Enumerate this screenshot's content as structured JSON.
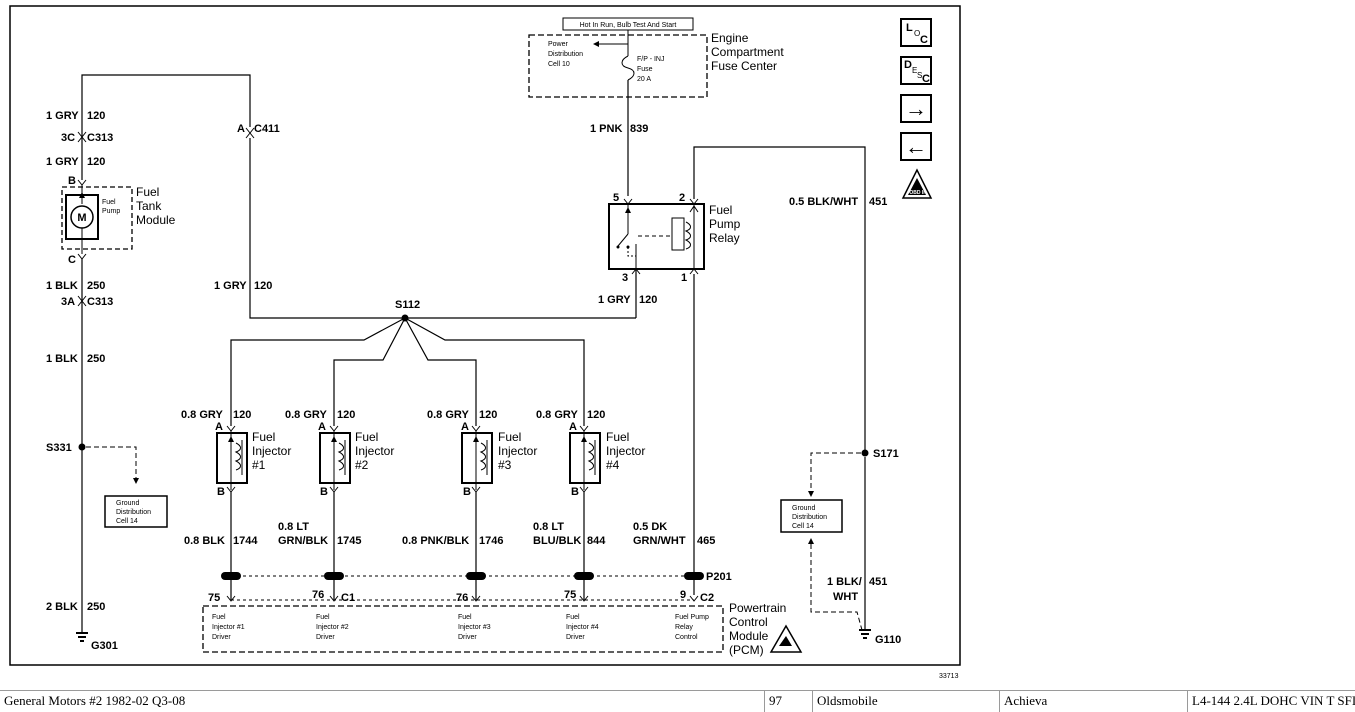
{
  "diagram": {
    "top_label": "Hot In Run, Bulb Test And Start",
    "pdc_text": [
      "Power",
      "Distribution",
      "Cell 10"
    ],
    "fuse_text": [
      "F/P - INJ",
      "Fuse",
      "20 A"
    ],
    "efc_label": [
      "Engine",
      "Compartment",
      "Fuse Center"
    ],
    "wire_1pnk": "1 PNK",
    "wire_1pnk_num": "839",
    "relay_label": [
      "Fuel",
      "Pump",
      "Relay"
    ],
    "relay_pins": {
      "p5": "5",
      "p2": "2",
      "p3": "3",
      "p1": "1"
    },
    "wire_blkwht_451": "0.5 BLK/WHT",
    "num_451": "451",
    "wire_1gry_relay": "1 GRY",
    "num_120": "120",
    "splice_s112": "S112",
    "wire_1gry_top": "1 GRY",
    "conn_c313": "C313",
    "pin_3c": "3C",
    "wire_1gry_mid": "1 GRY",
    "pin_b": "B",
    "pump_label": [
      "Fuel",
      "Pump"
    ],
    "tank_label": [
      "Fuel",
      "Tank",
      "Module"
    ],
    "motor": "M",
    "pin_c": "C",
    "wire_1blk": "1 BLK",
    "num_250": "250",
    "pin_3a": "3A",
    "wire_1blk_2": "1 BLK",
    "conn_c411_pin": "A",
    "conn_c411": "C411",
    "wire_1gry_left": "1 GRY",
    "splice_s331": "S331",
    "gnd_dist_text": [
      "Ground",
      "Distribution",
      "Cell 14"
    ],
    "wire_2blk": "2 BLK",
    "ground_g301": "G301",
    "injectors": [
      {
        "wire": "0.8 GRY",
        "num": "120",
        "pin_a": "A",
        "pin_b": "B",
        "label": [
          "Fuel",
          "Injector",
          "#1"
        ]
      },
      {
        "wire": "0.8 GRY",
        "num": "120",
        "pin_a": "A",
        "pin_b": "B",
        "label": [
          "Fuel",
          "Injector",
          "#2"
        ]
      },
      {
        "wire": "0.8 GRY",
        "num": "120",
        "pin_a": "A",
        "pin_b": "B",
        "label": [
          "Fuel",
          "Injector",
          "#3"
        ]
      },
      {
        "wire": "0.8 GRY",
        "num": "120",
        "pin_a": "A",
        "pin_b": "B",
        "label": [
          "Fuel",
          "Injector",
          "#4"
        ]
      }
    ],
    "out_wires": {
      "w1": "0.8 BLK",
      "n1": "1744",
      "w2a": "0.8 LT",
      "w2b": "GRN/BLK",
      "n2": "1745",
      "w3": "0.8 PNK/BLK",
      "n3": "1746",
      "w4a": "0.8 LT",
      "w4b": "BLU/BLK",
      "n4": "844",
      "w5a": "0.5 DK",
      "w5b": "GRN/WHT",
      "n5": "465"
    },
    "conn_p201": "P201",
    "pcm_pins": {
      "p75a": "75",
      "p76a": "76",
      "c1": "C1",
      "p76b": "76",
      "p75b": "75",
      "p9": "9",
      "c2": "C2"
    },
    "pcm_drivers": [
      [
        "Fuel",
        "Injector #1",
        "Driver"
      ],
      [
        "Fuel",
        "Injector #2",
        "Driver"
      ],
      [
        "Fuel",
        "Injector #3",
        "Driver"
      ],
      [
        "Fuel",
        "Injector #4",
        "Driver"
      ],
      [
        "Fuel Pump",
        "Relay",
        "Control"
      ]
    ],
    "pcm_label": [
      "Powertrain",
      "Control",
      "Module",
      "(PCM)"
    ],
    "splice_s171": "S171",
    "gnd_dist_right": [
      "Ground",
      "Distribution",
      "Cell 14"
    ],
    "wire_1blk_451a": "1 BLK/",
    "wire_1blk_451b": "WHT",
    "ground_g110": "G110",
    "figure_no": "33713"
  },
  "nav": {
    "loc_l": "L",
    "loc_o": "O",
    "loc_c": "C",
    "desc_d": "D",
    "desc_e": "E",
    "desc_s": "S",
    "desc_c": "C",
    "next_arrow": "→",
    "prev_arrow": "←",
    "esd_text": "OBD II"
  },
  "statusbar": {
    "source": "General Motors #2 1982-02 Q3-08",
    "year": "97",
    "make": "Oldsmobile",
    "model": "Achieva",
    "engine": "L4-144 2.4L DOHC VIN T SFI"
  }
}
